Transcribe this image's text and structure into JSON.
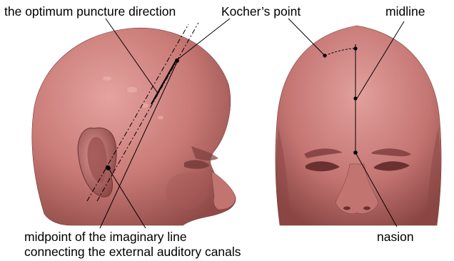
{
  "labels": {
    "puncture_direction": "the optimum puncture direction",
    "kochers_point": "Kocher’s point",
    "midline": "midline",
    "midpoint_line1": "midpoint of the imaginary line",
    "midpoint_line2": "connecting the external auditory canals",
    "nasion": "nasion"
  },
  "colors": {
    "skin_light": "#e4a39f",
    "skin": "#c97a76",
    "skin_dark": "#8f4a47",
    "skin_shadow": "#6e3533",
    "line": "#000000",
    "background": "#ffffff"
  }
}
